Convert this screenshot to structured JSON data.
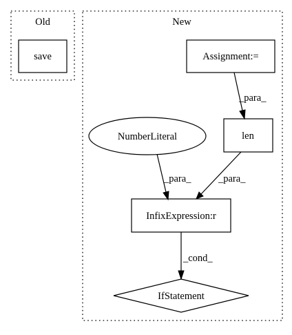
{
  "clusters": {
    "old": {
      "label": "Old"
    },
    "new": {
      "label": "New"
    }
  },
  "nodes": {
    "save": {
      "label": "save"
    },
    "assignment": {
      "label": "Assignment:="
    },
    "number_literal": {
      "label": "NumberLiteral"
    },
    "len": {
      "label": "len"
    },
    "infix_expression": {
      "label": "InfixExpression:r"
    },
    "if_statement": {
      "label": "IfStatement"
    }
  },
  "edges": {
    "assignment_to_len": {
      "label": "_para_"
    },
    "number_literal_to_infix": {
      "label": "_para_"
    },
    "len_to_infix": {
      "label": "_para_"
    },
    "infix_to_if": {
      "label": "_cond_"
    }
  }
}
